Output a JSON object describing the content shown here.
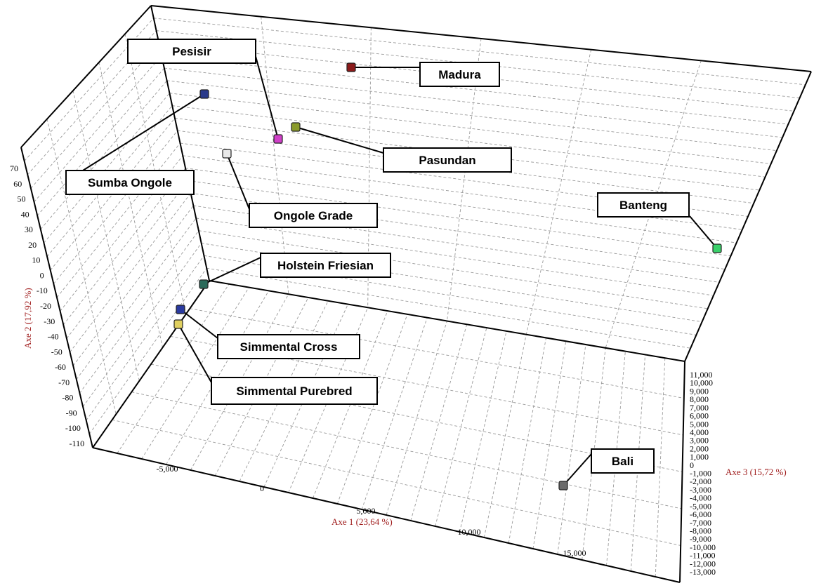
{
  "chart_data": {
    "type": "scatter3d",
    "axes": {
      "x": {
        "label": "Axe 1 (23,64 %)",
        "ticks": [
          "-5,000",
          "0",
          "5,000",
          "10,000",
          "15,000"
        ]
      },
      "y": {
        "label": "Axe 2 (17,92 %)",
        "ticks": [
          "70",
          "60",
          "50",
          "40",
          "30",
          "20",
          "10",
          "0",
          "-10",
          "-20",
          "-30",
          "-40",
          "-50",
          "-60",
          "-70",
          "-80",
          "-90",
          "-100",
          "-110"
        ]
      },
      "z": {
        "label": "Axe 3 (15,72 %)",
        "ticks": [
          "11,000",
          "10,000",
          "9,000",
          "8,000",
          "7,000",
          "6,000",
          "5,000",
          "4,000",
          "3,000",
          "2,000",
          "1,000",
          "0",
          "-1,000",
          "-2,000",
          "-3,000",
          "-4,000",
          "-5,000",
          "-6,000",
          "-7,000",
          "-8,000",
          "-9,000",
          "-10,000",
          "-11,000",
          "-12,000",
          "-13,000"
        ]
      }
    },
    "points": [
      {
        "name": "Pesisir",
        "color": "#d040c8"
      },
      {
        "name": "Madura",
        "color": "#8b1a1a"
      },
      {
        "name": "Sumba Ongole",
        "color": "#2a3a8a"
      },
      {
        "name": "Pasundan",
        "color": "#8a9a2a"
      },
      {
        "name": "Ongole Grade",
        "color": "#e8e8e8"
      },
      {
        "name": "Banteng",
        "color": "#3ad06a"
      },
      {
        "name": "Holstein Friesian",
        "color": "#2a6a5a"
      },
      {
        "name": "Simmental Cross",
        "color": "#2a3aa0"
      },
      {
        "name": "Simmental Purebred",
        "color": "#e0d060"
      },
      {
        "name": "Bali",
        "color": "#6a6a6a"
      }
    ]
  }
}
